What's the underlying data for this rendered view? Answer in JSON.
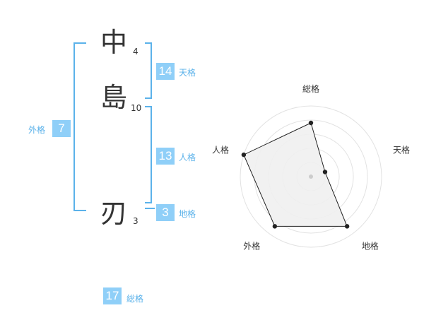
{
  "name": {
    "chars": [
      "中",
      "島",
      "刃"
    ],
    "strokes": [
      "4",
      "10",
      "3"
    ]
  },
  "fortunes": {
    "tenkaku": {
      "value": "14",
      "label": "天格"
    },
    "jinkaku": {
      "value": "13",
      "label": "人格"
    },
    "chikaku": {
      "value": "3",
      "label": "地格"
    },
    "gaikaku": {
      "value": "7",
      "label": "外格"
    },
    "soukaku": {
      "value": "17",
      "label": "総格"
    }
  },
  "chart_data": {
    "type": "radar",
    "axes": [
      "総格",
      "天格",
      "地格",
      "外格",
      "人格"
    ],
    "values": [
      0.76,
      0.21,
      0.87,
      0.87,
      1.0
    ],
    "rings": 5,
    "fill": "#f0f0f0",
    "line": "#222222"
  },
  "colors": {
    "accent": "#8fcff8",
    "accent_text": "#5bb2ea",
    "text": "#333333"
  }
}
